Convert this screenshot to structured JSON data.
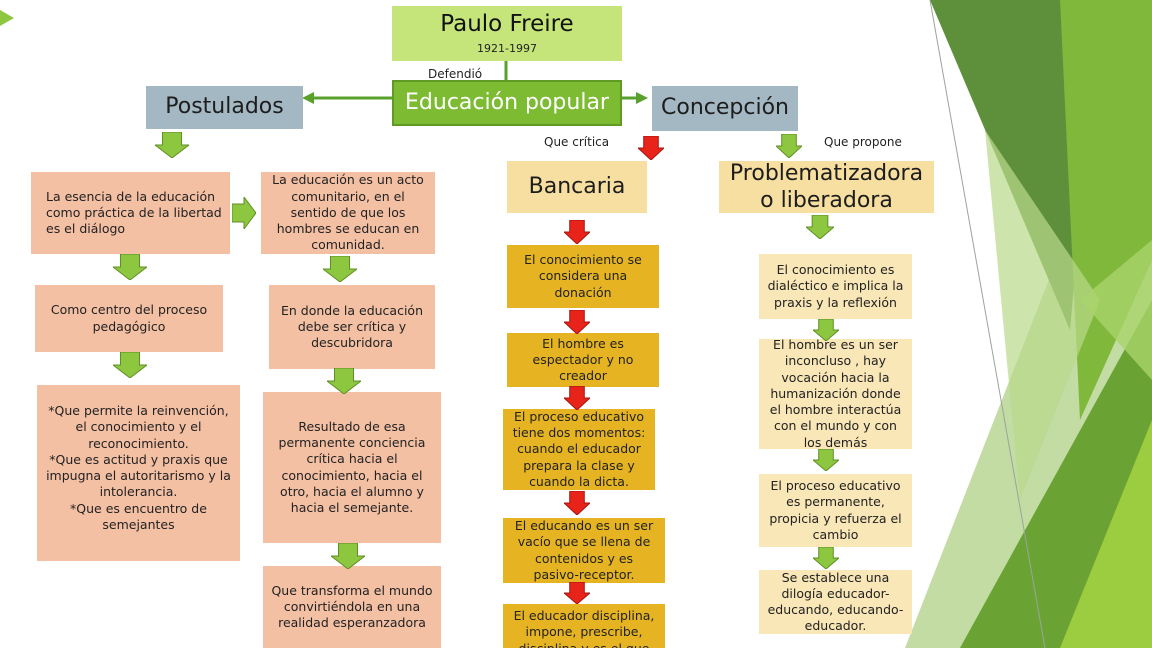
{
  "title": {
    "name": "Paulo Freire",
    "years": "1921-1997"
  },
  "defendio_label": "Defendió",
  "center": "Educación popular",
  "postulados": {
    "title": "Postulados",
    "col1": [
      "La esencia de la educación como práctica de la libertad es el diálogo",
      "Como centro del proceso pedagógico",
      "*Que permite la reinvención, el conocimiento y el reconocimiento.\n*Que es actitud y praxis que impugna el autoritarismo y la intolerancia.\n*Que es encuentro de semejantes"
    ],
    "col2": [
      "La educación es un acto comunitario, en el sentido de que los hombres se educan en comunidad.",
      "En donde la educación debe ser crítica y descubridora",
      "Resultado de esa permanente conciencia crítica hacia el conocimiento, hacia el otro, hacia el alumno y hacia el semejante.",
      "Que transforma el mundo convirtiéndola en una realidad esperanzadora"
    ]
  },
  "concepcion": {
    "title": "Concepción",
    "que_critica": "Que crítica",
    "que_propone": "Que propone",
    "bancaria": {
      "title": "Bancaria",
      "items": [
        "El conocimiento se considera una donación",
        "El hombre es espectador y no creador",
        "El proceso educativo tiene dos momentos: cuando el educador prepara la clase y cuando la dicta.",
        "El educando es un ser vacío que se llena de contenidos y es pasivo-receptor.",
        "El educador disciplina, impone, prescribe, disciplina y es el que"
      ]
    },
    "problematizadora": {
      "title": "Problematizadora o liberadora",
      "items": [
        "El conocimiento es dialéctico e implica la praxis y la reflexión",
        "El hombre es un ser inconcluso , hay vocación hacia la humanización donde el hombre interactúa con el mundo y con los demás",
        "El proceso educativo es permanente, propicia y refuerza el cambio",
        "Se establece una dilogía educador-educando, educando-educador."
      ]
    }
  },
  "colors": {
    "green_arrow": "#8dc63f",
    "red_arrow": "#e8231a",
    "title_bg": "#c5e57a",
    "center_bg": "#7dbb32",
    "head_bg": "#a4b8c4",
    "salmon": "#f4c0a4",
    "gold": "#e6b422",
    "cream": "#f6dfa0",
    "pale": "#f9e7b7"
  },
  "icons": {
    "play": "play-icon",
    "down_arrow": "down-arrow-icon",
    "right_arrow": "right-arrow-icon"
  }
}
